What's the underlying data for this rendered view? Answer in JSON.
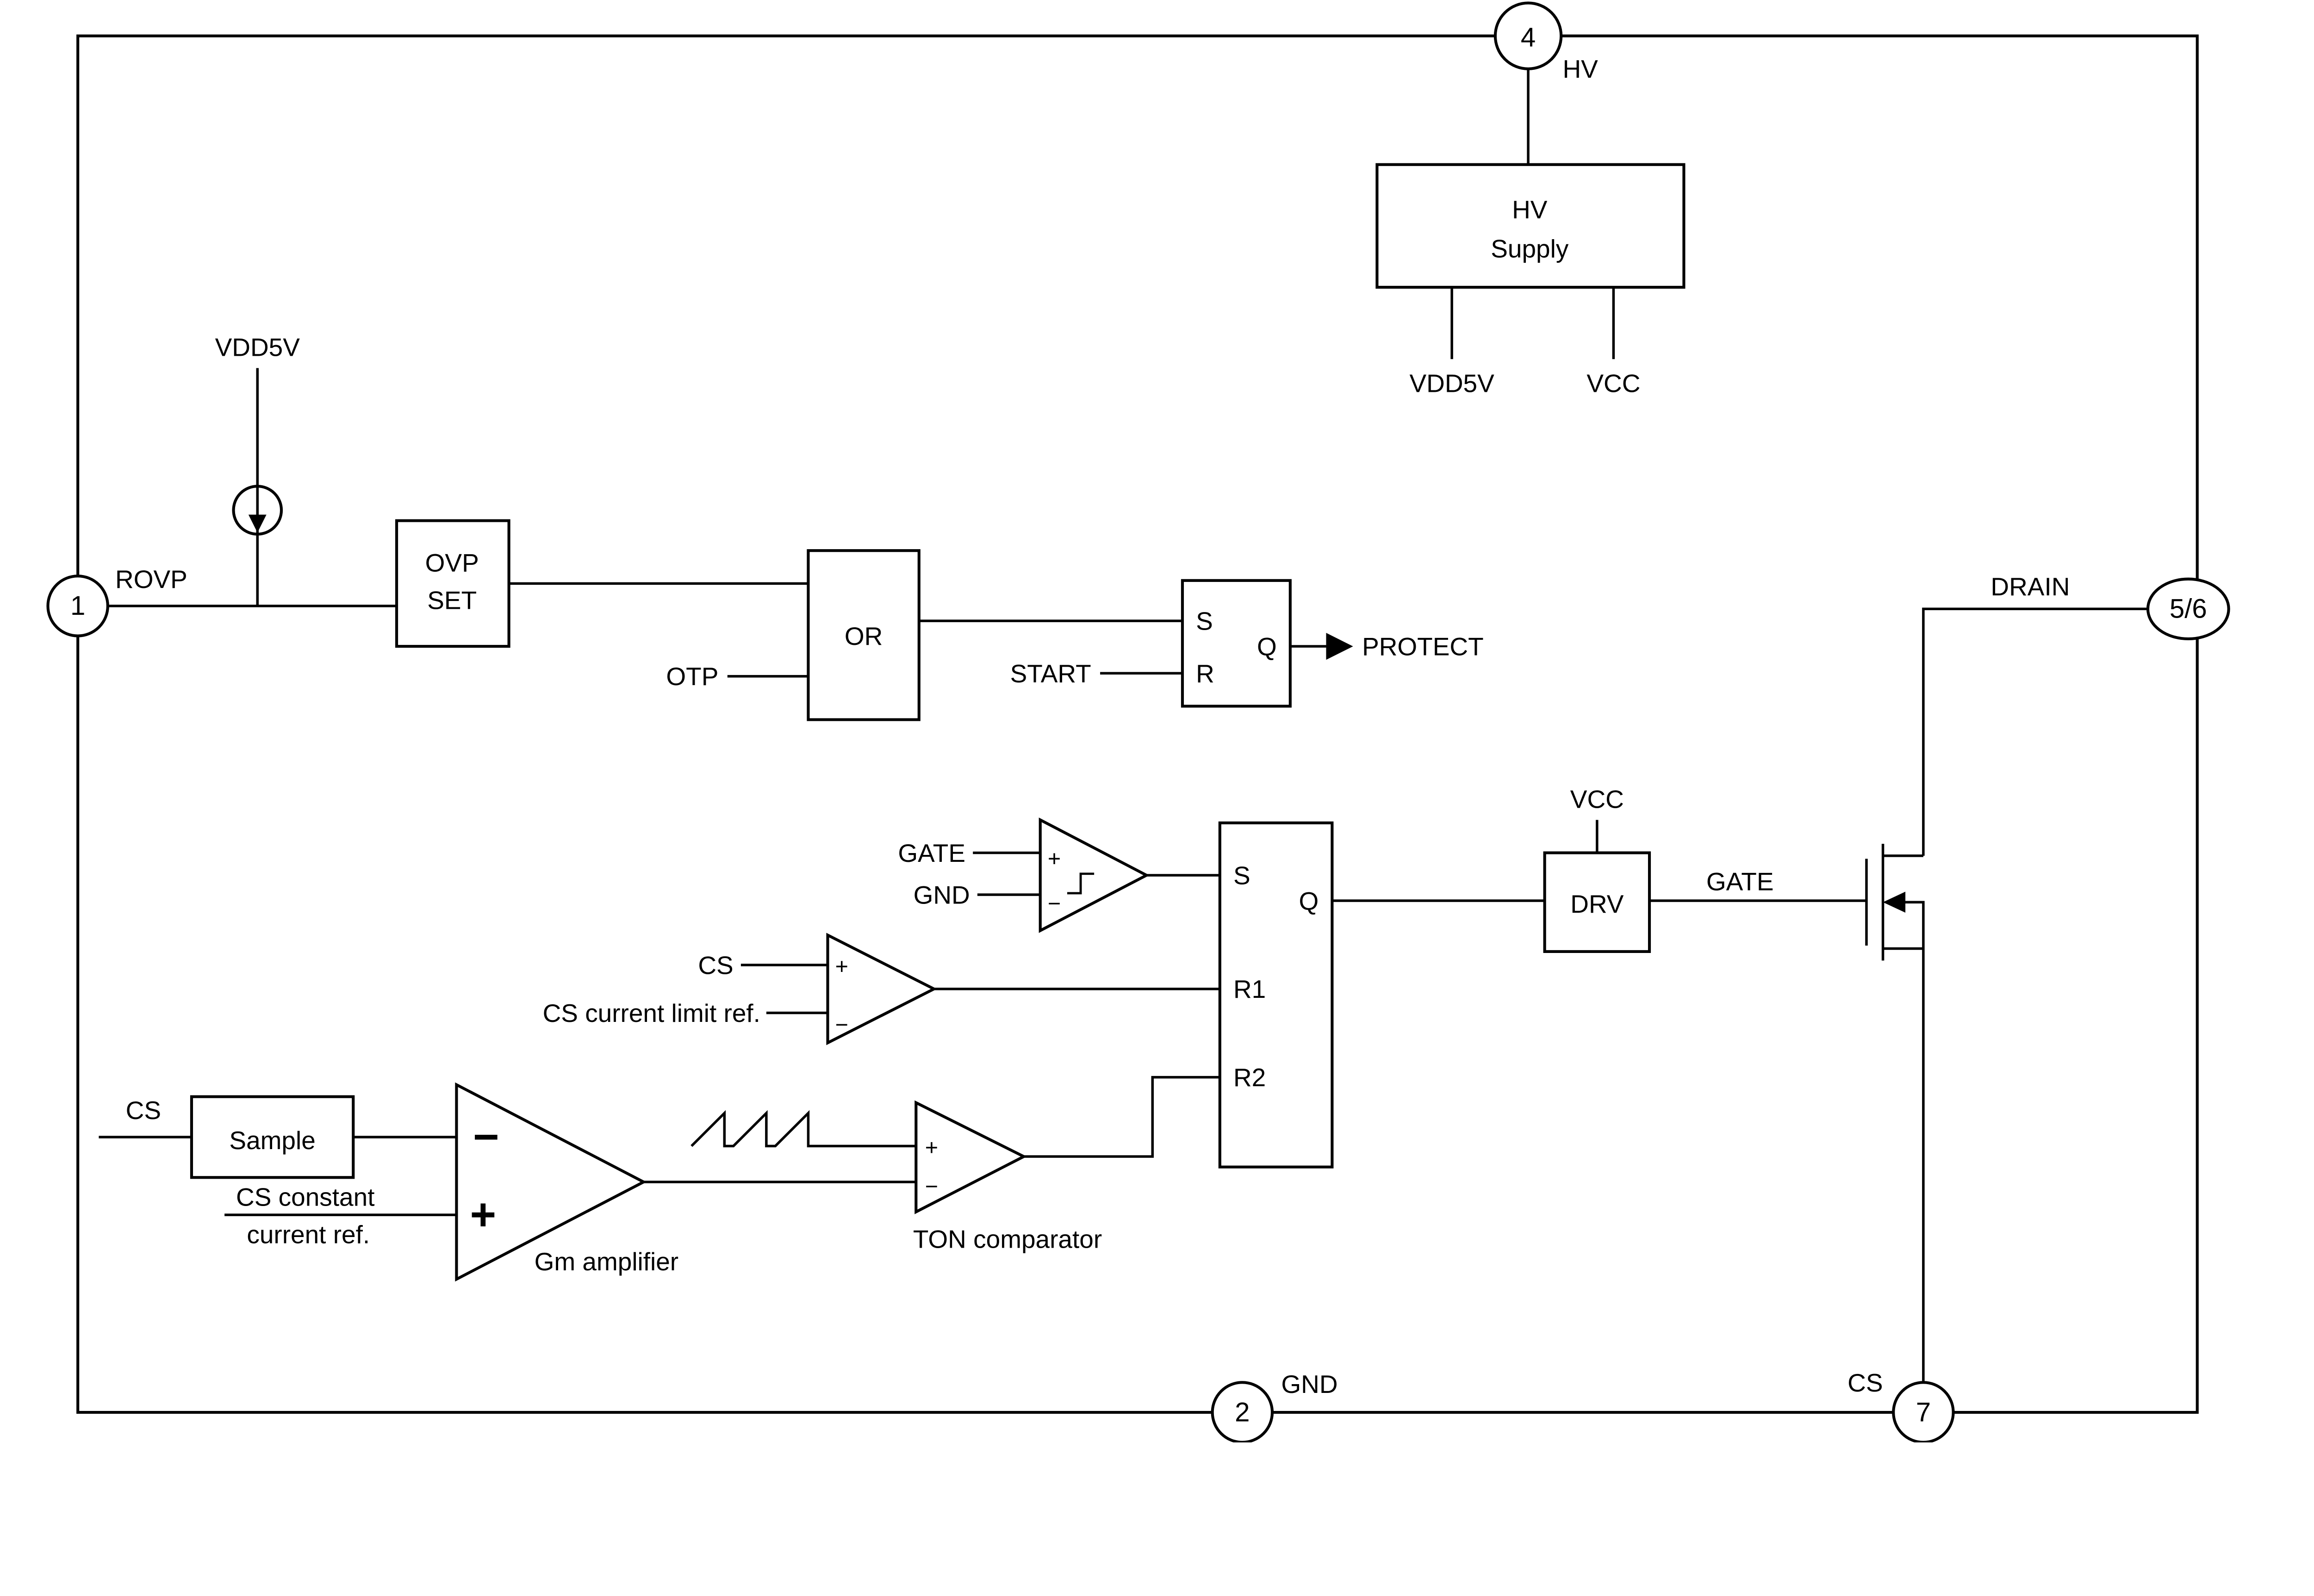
{
  "pins": {
    "p1": {
      "num": "1",
      "label": "ROVP"
    },
    "p2": {
      "num": "2",
      "label": "GND"
    },
    "p4": {
      "num": "4",
      "label": "HV"
    },
    "p56": {
      "num": "5/6",
      "label": "DRAIN"
    },
    "p7": {
      "num": "7",
      "label": "CS"
    }
  },
  "blocks": {
    "hv_supply": {
      "line1": "HV",
      "line2": "Supply",
      "out_left": "VDD5V",
      "out_right": "VCC"
    },
    "ovp_set": {
      "line1": "OVP",
      "line2": "SET"
    },
    "or_gate": {
      "label": "OR",
      "otp_input": "OTP"
    },
    "sample": {
      "label": "Sample"
    },
    "drv": {
      "label": "DRV",
      "supply": "VCC"
    }
  },
  "protect_latch": {
    "s": "S",
    "r": "R",
    "q": "Q",
    "r_input": "START",
    "output": "PROTECT"
  },
  "pwm_latch": {
    "s": "S",
    "q": "Q",
    "r1": "R1",
    "r2": "R2"
  },
  "gate_comparator": {
    "in_top": "GATE",
    "in_bottom": "GND"
  },
  "limit_comparator": {
    "in_top": "CS",
    "in_bottom": "CS current limit ref."
  },
  "gm_amplifier": {
    "label": "Gm amplifier",
    "input": "CS",
    "ref_line1": "CS constant",
    "ref_line2": "current ref."
  },
  "ton_comparator": {
    "label": "TON comparator"
  },
  "misc": {
    "vdd5v_source": "VDD5V",
    "gate_out": "GATE"
  },
  "sym": {
    "plus": "+",
    "minus": "−"
  },
  "colors": {
    "line": "#000000",
    "background": "#ffffff"
  }
}
